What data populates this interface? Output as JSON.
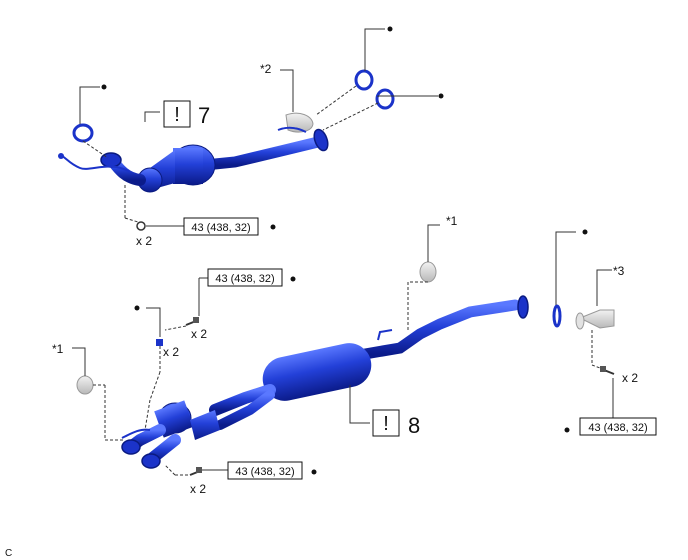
{
  "diagram": {
    "parts": [
      {
        "key": "cat_front",
        "number": "7"
      },
      {
        "key": "main_pipe",
        "number": "8"
      }
    ],
    "caution_symbol": "!",
    "torque_spec": "43 (438, 32)",
    "quantity": "x 2",
    "notes": [
      "*1",
      "*2",
      "*3"
    ],
    "corner_code": "C",
    "colors": {
      "part_blue": "#1b33c9",
      "part_light": "#4466ee",
      "part_dark": "#0a1a80",
      "gray_part": "#d4d4d4",
      "leader": "#333333"
    }
  }
}
